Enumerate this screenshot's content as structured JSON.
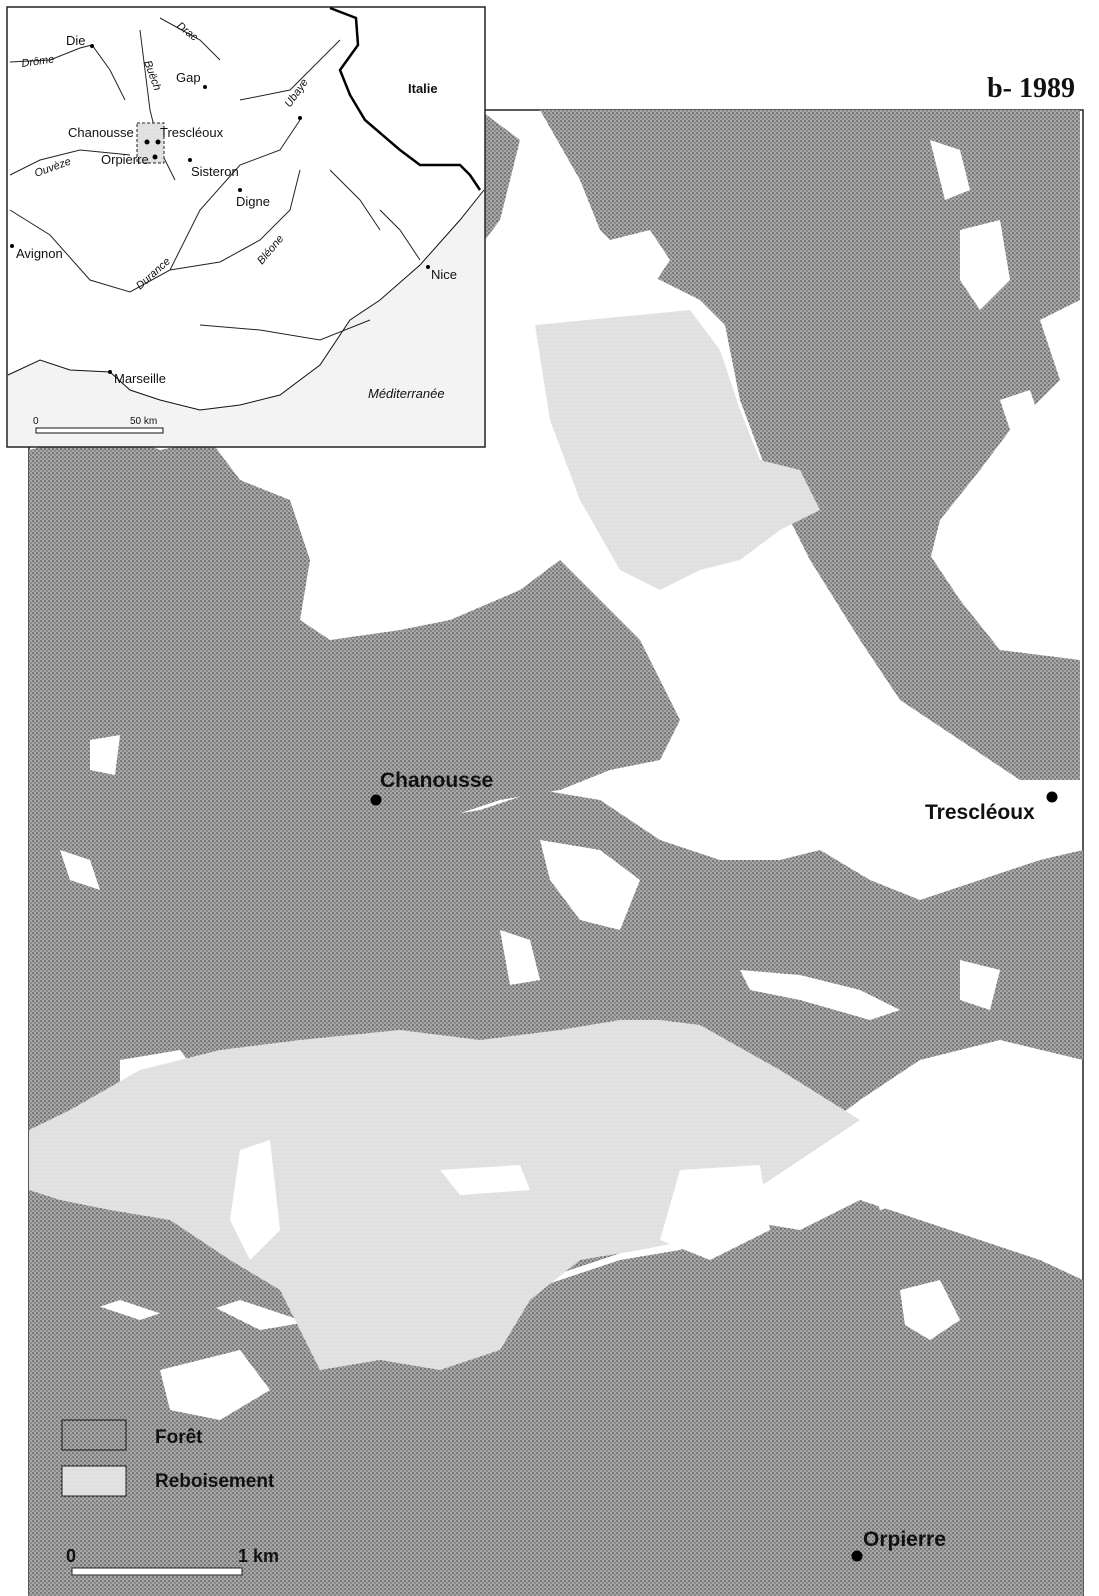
{
  "title": "b- 1989",
  "towns": {
    "chanousse": "Chanousse",
    "trescleoux": "Trescléoux",
    "orpierre": "Orpierre"
  },
  "legend": {
    "forest": "Forêt",
    "reforestation": "Reboisement"
  },
  "scale": {
    "start": "0",
    "end": "1 km"
  },
  "inset": {
    "country": "Italie",
    "sea": "Méditerranée",
    "cities": {
      "die": "Die",
      "gap": "Gap",
      "chanousse": "Chanousse",
      "trescleoux": "Trescléoux",
      "orpierre": "Orpierre",
      "sisteron": "Sisteron",
      "digne": "Digne",
      "avignon": "Avignon",
      "nice": "Nice",
      "marseille": "Marseille"
    },
    "rivers": {
      "drome": "Drôme",
      "drac": "Drac",
      "buech": "Buëch",
      "ubaye": "Ubaye",
      "ouveze": "Ouvèze",
      "durance": "Durance",
      "bleone": "Bléone"
    },
    "scale": {
      "start": "0",
      "end": "50 km"
    }
  },
  "colors": {
    "forest": "#8f8f8f",
    "reforestation": "#e2e2e2",
    "background": "#ffffff"
  }
}
